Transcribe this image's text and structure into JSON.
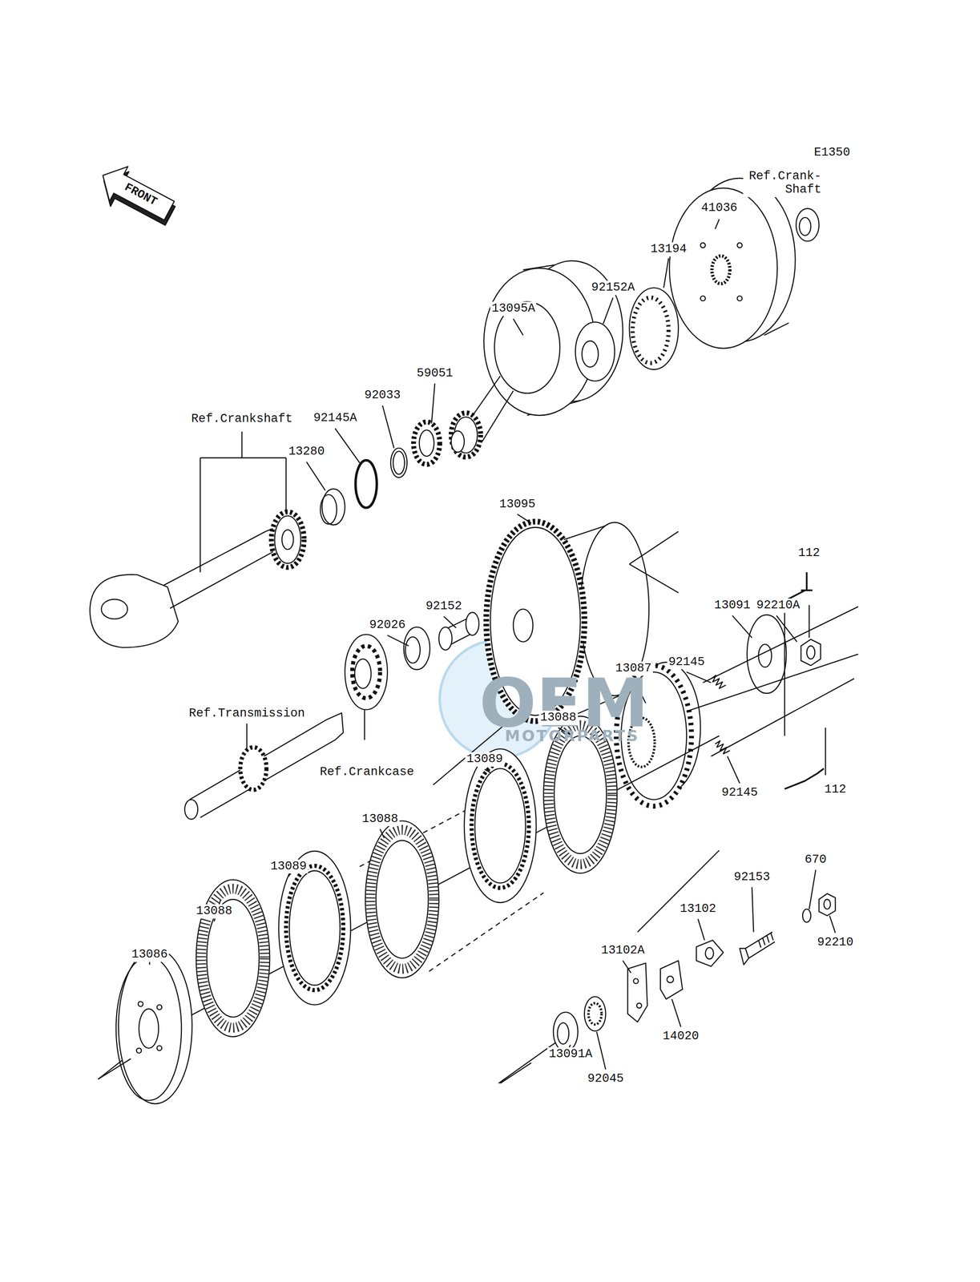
{
  "diagram": {
    "labels": [
      "OEM",
      "MOTORPARTS",
      "E1350",
      "FRONT",
      "Ref.Crank- Shaft",
      "41036",
      "13194",
      "92152A",
      "13095A",
      "59051",
      "92033",
      "92145A",
      "Ref.Crankshaft",
      "13280",
      "13095",
      "92152",
      "92026",
      "112",
      "13091",
      "92210A",
      "92145",
      "13087",
      "Ref.Transmission",
      "13088",
      "13089",
      "Ref.Crankcase",
      "112",
      "92145",
      "13088",
      "13089",
      "13088",
      "13086",
      "670",
      "92153",
      "92210",
      "13102",
      "13102A",
      "14020",
      "13091A",
      "92045"
    ]
  }
}
